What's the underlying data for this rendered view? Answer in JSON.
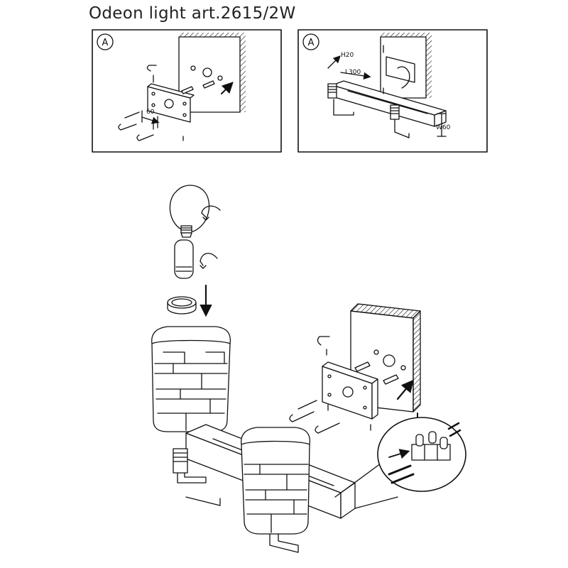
{
  "title": "Odeon light art.2615/2W",
  "panel_left": {
    "marker": "A",
    "dimension_60": "60"
  },
  "panel_right": {
    "marker": "A",
    "dim_h20": "H20",
    "dim_l300": "L300",
    "dim_w60": "W60"
  }
}
